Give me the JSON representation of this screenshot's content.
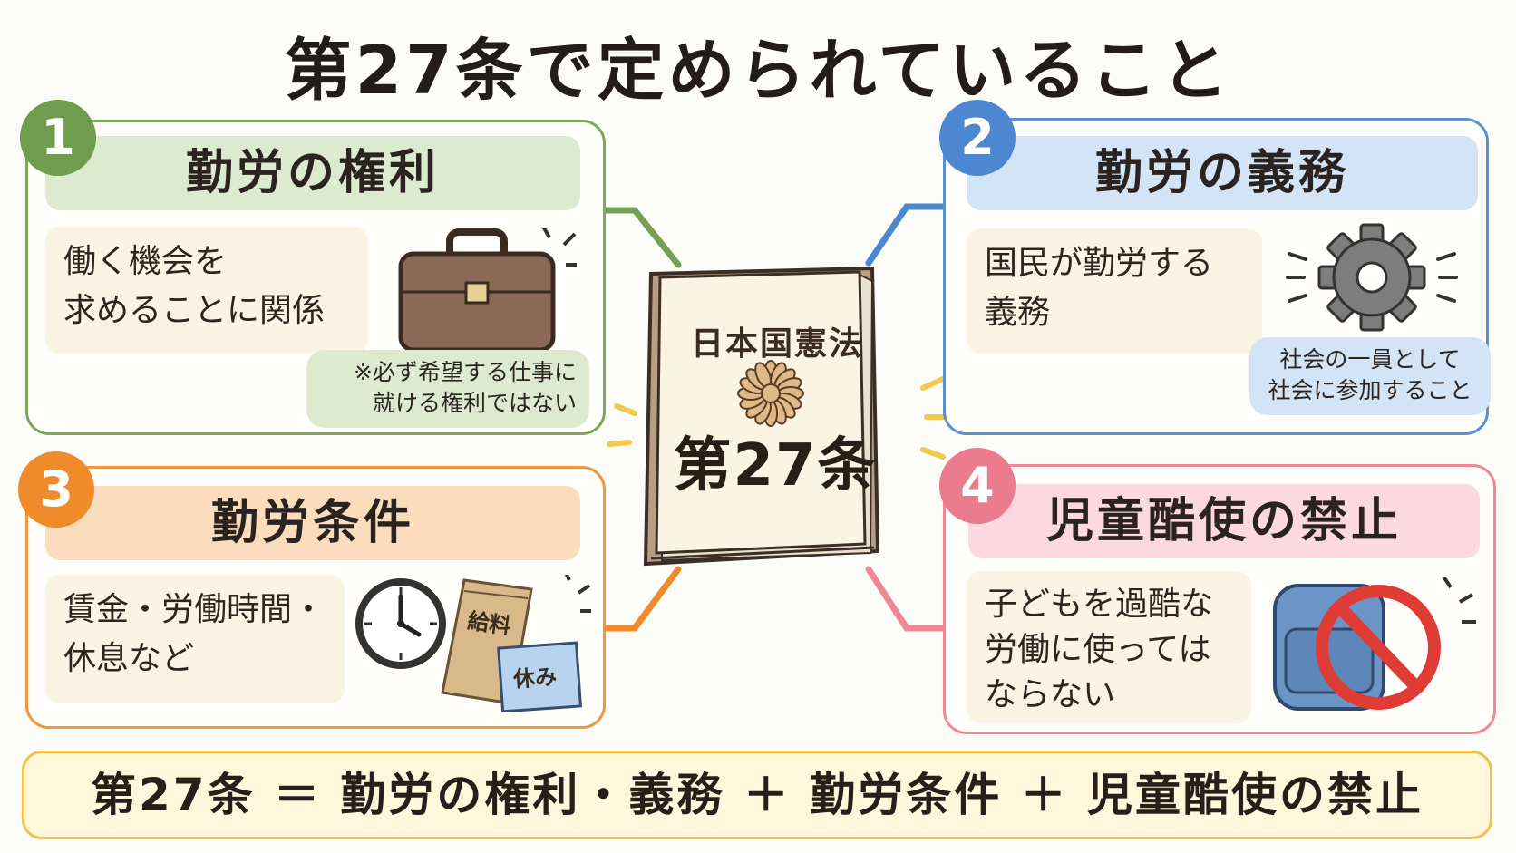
{
  "title": "第27条で定められていること",
  "center_book": {
    "title": "日本国憲法",
    "article": "第27条",
    "emblem": "chrysanthemum-seal-icon"
  },
  "cards": [
    {
      "number": "1",
      "heading": "勤労の権利",
      "body_lines": [
        "働く機会を",
        "求めることに関係"
      ],
      "note_lines": [
        "※必ず希望する仕事に",
        "就ける権利ではない"
      ],
      "icon": "briefcase-icon",
      "color": "#7ea65c"
    },
    {
      "number": "2",
      "heading": "勤労の義務",
      "body_lines": [
        "国民が勤労する",
        "義務"
      ],
      "note_lines": [
        "社会の一員として",
        "社会に参加すること"
      ],
      "icon": "gear-icon",
      "color": "#5b90cf"
    },
    {
      "number": "3",
      "heading": "勤労条件",
      "body_lines": [
        "賃金・労働時間・",
        "休息など"
      ],
      "icon": "clock-icon",
      "envelope_label": "給料",
      "card_label": "休み",
      "color": "#f0963c"
    },
    {
      "number": "4",
      "heading": "児童酷使の禁止",
      "body_lines": [
        "子どもを過酷な",
        "労働に使っては",
        "ならない"
      ],
      "icon": "backpack-prohibited-icon",
      "color": "#ee8898"
    }
  ],
  "summary": "第27条 ＝ 勤労の権利・義務 ＋ 勤労条件 ＋ 児童酷使の禁止"
}
